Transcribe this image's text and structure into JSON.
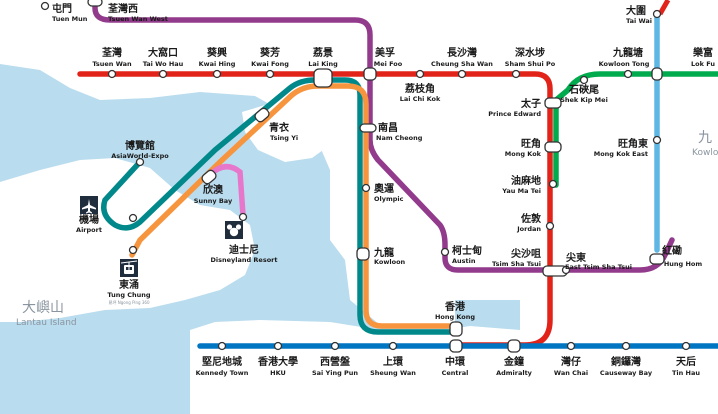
{
  "colors": {
    "water": "#b9dcee",
    "land": "#ffffff",
    "tsuen_wan_line": "#e2231a",
    "island_line": "#0075c2",
    "tung_chung_line": "#f7943e",
    "airport_express": "#00888a",
    "disneyland_line": "#e777cb",
    "tuen_ma_line": "#923a8c",
    "kwun_tong_line": "#00ab4e",
    "east_rail_line": "#5eb6e4"
  },
  "land_labels": {
    "lantau_zh": "大嶼山",
    "lantau_en": "Lantau Island",
    "kowloon_zh": "九",
    "kowloon_en": "Kowlo"
  },
  "stations": {
    "tuen_mun": {
      "zh": "屯門",
      "en": "Tuen Mun"
    },
    "tsuen_wan_west": {
      "zh": "荃灣西",
      "en": "Tsuen Wan West"
    },
    "tai_wai": {
      "zh": "大圍",
      "en": "Tai Wai"
    },
    "tsuen_wan": {
      "zh": "荃灣",
      "en": "Tsuen Wan"
    },
    "tai_wo_hau": {
      "zh": "大窩口",
      "en": "Tai Wo Hau"
    },
    "kwai_hing": {
      "zh": "葵興",
      "en": "Kwai Hing"
    },
    "kwai_fong": {
      "zh": "葵芳",
      "en": "Kwai Fong"
    },
    "lai_king": {
      "zh": "荔景",
      "en": "Lai King"
    },
    "mei_foo": {
      "zh": "美孚",
      "en": "Mei Foo"
    },
    "cheung_sha_wan": {
      "zh": "長沙灣",
      "en": "Cheung Sha Wan"
    },
    "sham_shui_po": {
      "zh": "深水埗",
      "en": "Sham Shui Po"
    },
    "kowloon_tong": {
      "zh": "九龍塘",
      "en": "Kowloon Tong"
    },
    "lok_fu": {
      "zh": "樂富",
      "en": "Lok Fu"
    },
    "lai_chi_kok": {
      "zh": "荔枝角",
      "en": "Lai Chi Kok"
    },
    "shek_kip_mei": {
      "zh": "石硤尾",
      "en": "Shek Kip Mei"
    },
    "prince_edward": {
      "zh": "太子",
      "en": "Prince Edward"
    },
    "tsing_yi": {
      "zh": "青衣",
      "en": "Tsing Yi"
    },
    "nam_cheong": {
      "zh": "南昌",
      "en": "Nam Cheong"
    },
    "mong_kok": {
      "zh": "旺角",
      "en": "Mong Kok"
    },
    "mong_kok_east": {
      "zh": "旺角東",
      "en": "Mong Kok East"
    },
    "asiaworld_expo": {
      "zh": "博覽館",
      "en": "AsiaWorld-Expo"
    },
    "yau_ma_tei": {
      "zh": "油麻地",
      "en": "Yau Ma Tei"
    },
    "olympic": {
      "zh": "奧運",
      "en": "Olympic"
    },
    "sunny_bay": {
      "zh": "欣澳",
      "en": "Sunny Bay"
    },
    "airport": {
      "zh": "機場",
      "en": "Airport"
    },
    "disneyland_resort": {
      "zh": "迪士尼",
      "en": "Disneyland Resort"
    },
    "jordan": {
      "zh": "佐敦",
      "en": "Jordan"
    },
    "kowloon": {
      "zh": "九龍",
      "en": "Kowloon"
    },
    "austin": {
      "zh": "柯士甸",
      "en": "Austin"
    },
    "tsim_sha_tsui": {
      "zh": "尖沙咀",
      "en": "Tsim Sha Tsui"
    },
    "east_tsim_sha_tsui": {
      "zh": "尖東",
      "en": "East Tsim Sha Tsui"
    },
    "hung_hom": {
      "zh": "紅磡",
      "en": "Hung Hom"
    },
    "tung_chung": {
      "zh": "東涌",
      "en": "Tung Chung"
    },
    "tung_chung_note": "昂坪 Ngong Ping 360",
    "hong_kong": {
      "zh": "香港",
      "en": "Hong Kong"
    },
    "kennedy_town": {
      "zh": "堅尼地城",
      "en": "Kennedy Town"
    },
    "hku": {
      "zh": "香港大學",
      "en": "HKU"
    },
    "sai_ying_pun": {
      "zh": "西營盤",
      "en": "Sai Ying Pun"
    },
    "sheung_wan": {
      "zh": "上環",
      "en": "Sheung Wan"
    },
    "central": {
      "zh": "中環",
      "en": "Central"
    },
    "admiralty": {
      "zh": "金鐘",
      "en": "Admiralty"
    },
    "wan_chai": {
      "zh": "灣仔",
      "en": "Wan Chai"
    },
    "causeway_bay": {
      "zh": "銅鑼灣",
      "en": "Causeway Bay"
    },
    "tin_hau": {
      "zh": "天后",
      "en": "Tin Hau"
    }
  },
  "icons": {
    "airport": "airplane-icon",
    "cable_car": "cable-car-icon",
    "disneyland": "mickey-icon"
  }
}
